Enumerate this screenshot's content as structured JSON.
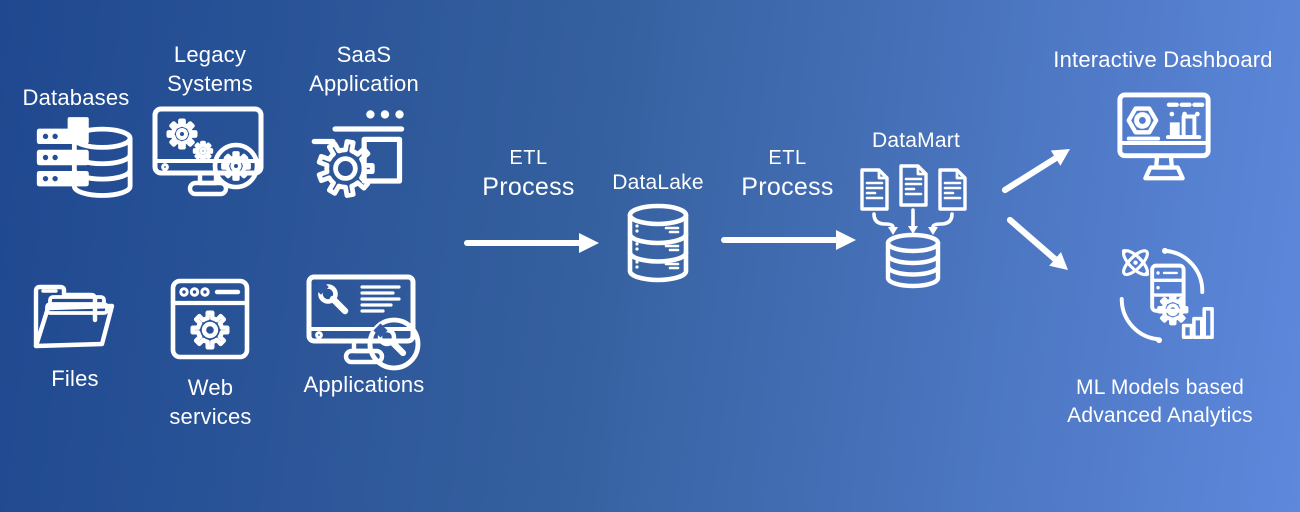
{
  "colors": {
    "background_left": "#1f4890",
    "background_right": "#5e88dc",
    "foreground": "#ffffff"
  },
  "nodes": {
    "databases": {
      "label": "Databases",
      "icon": "server-database-icon"
    },
    "legacy_systems": {
      "label": "Legacy\nSystems",
      "icon": "monitor-gears-icon"
    },
    "saas_application": {
      "label": "SaaS\nApplication",
      "icon": "gear-window-icon"
    },
    "files": {
      "label": "Files",
      "icon": "open-folder-icon"
    },
    "web_services": {
      "label": "Web\nservices",
      "icon": "browser-gear-icon"
    },
    "applications": {
      "label": "Applications",
      "icon": "monitor-wrench-icon"
    },
    "etl_process_1": {
      "label_small": "ETL",
      "label_large": "Process"
    },
    "data_lake": {
      "label": "DataLake",
      "icon": "database-cylinder-icon"
    },
    "etl_process_2": {
      "label_small": "ETL",
      "label_large": "Process"
    },
    "data_mart": {
      "label": "DataMart",
      "icon": "documents-into-database-icon"
    },
    "interactive_dashboard": {
      "label": "Interactive Dashboard",
      "icon": "dashboard-monitor-icon"
    },
    "ml_advanced_analytics": {
      "label": "ML Models based\nAdvanced Analytics",
      "icon": "machine-learning-icon"
    }
  },
  "connections": [
    {
      "type": "arrow-right",
      "from": "data sources",
      "to": "DataLake"
    },
    {
      "type": "arrow-right",
      "from": "DataLake",
      "to": "DataMart"
    },
    {
      "type": "arrow-up-right",
      "from": "DataMart",
      "to": "Interactive Dashboard"
    },
    {
      "type": "arrow-down-right",
      "from": "DataMart",
      "to": "ML Models based Advanced Analytics"
    }
  ]
}
